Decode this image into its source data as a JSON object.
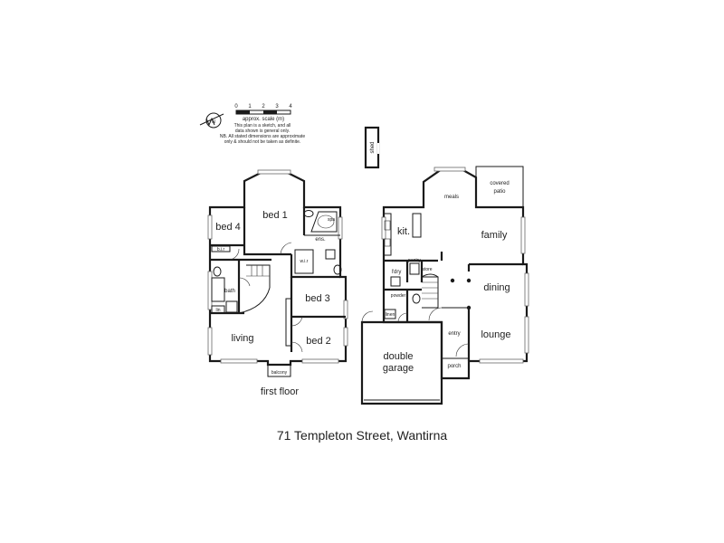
{
  "address": "71 Templeton Street, Wantirna",
  "scale": {
    "ticks": [
      "0",
      "1",
      "2",
      "3",
      "4"
    ],
    "label": "approx. scale (m)",
    "note_lines": [
      "This plan is a sketch, and all",
      "data shown is general only.",
      "NB. All stated dimensions are approximate",
      "only & should not be taken as definite."
    ],
    "compass": "N"
  },
  "first_floor": {
    "caption": "first floor",
    "rooms": {
      "bed1": "bed 1",
      "bed2": "bed 2",
      "bed3": "bed 3",
      "bed4": "bed 4",
      "living": "living",
      "bath": "bath",
      "ens": "ens.",
      "wir": "w.i.r",
      "spa": "spa",
      "bir": "b.i.r",
      "balcony": "balcony",
      "lin": "lin"
    }
  },
  "ground_floor": {
    "rooms": {
      "meals": "meals",
      "covered_patio_1": "covered",
      "covered_patio_2": "patio",
      "family": "family",
      "kit": "kit.",
      "ldry": "l'dry",
      "pantry": "pantry",
      "store": "store",
      "dining": "dining",
      "lounge": "lounge",
      "entry": "entry",
      "porch": "porch",
      "double_garage_1": "double",
      "double_garage_2": "garage",
      "shed": "shed",
      "powder": "powder",
      "linen": "linen"
    }
  }
}
